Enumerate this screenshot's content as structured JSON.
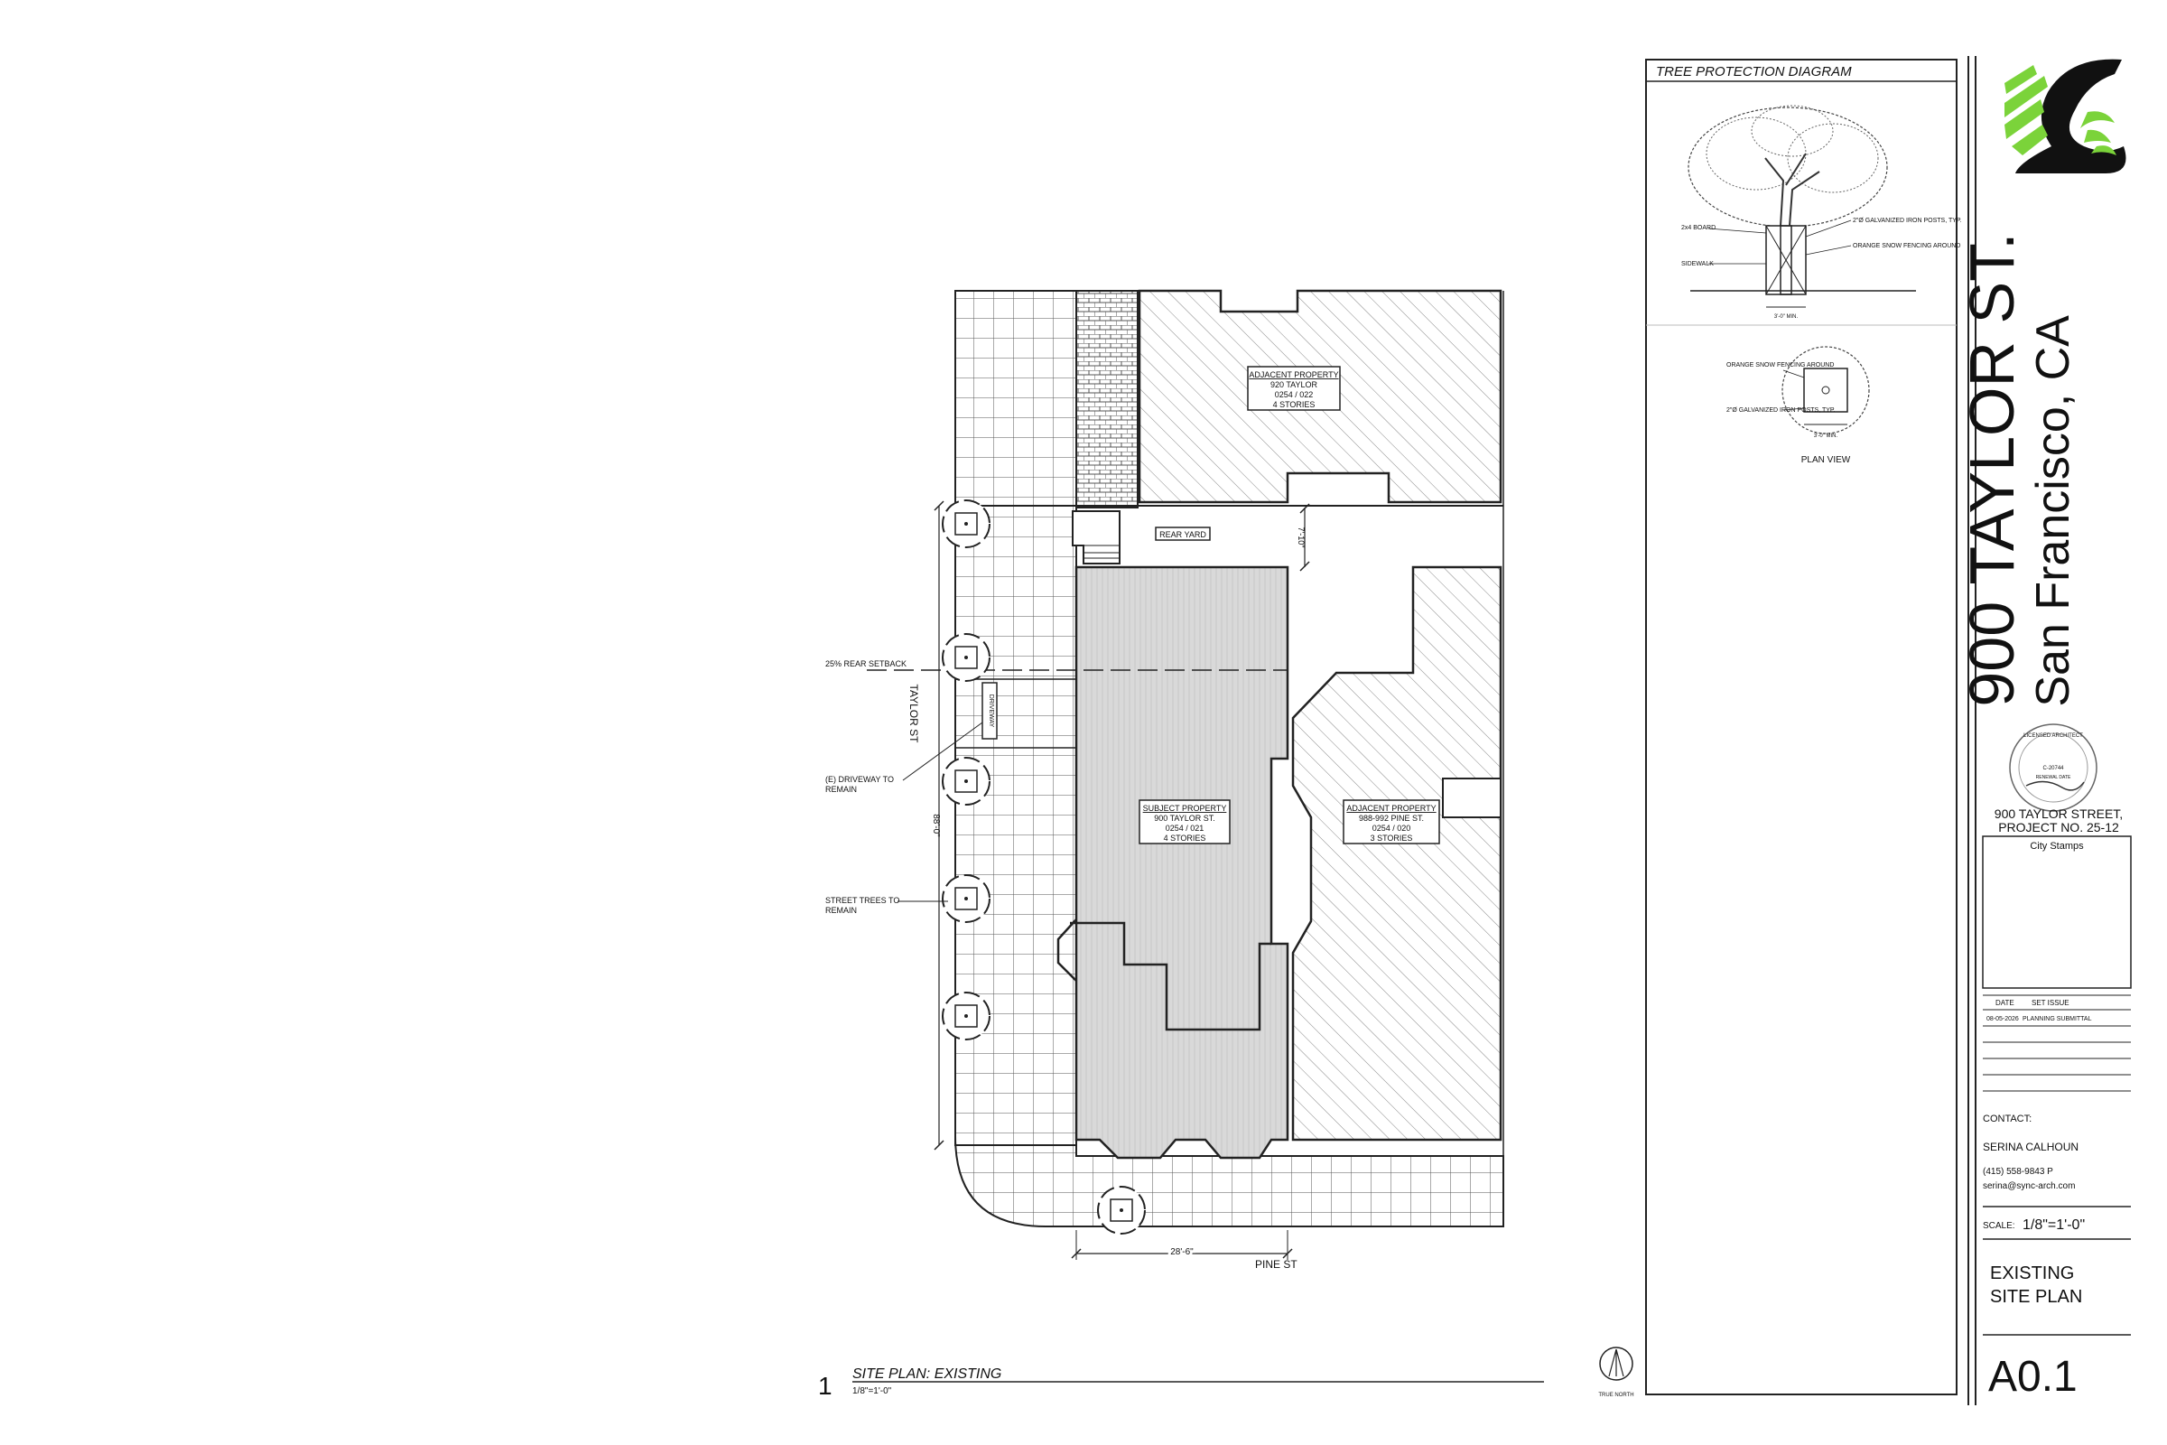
{
  "colors": {
    "line": "#222222",
    "hatch": "#555555",
    "subject_fill": "#d9d9d9",
    "logo_green": "#7bd33a",
    "logo_black": "#111111"
  },
  "tree_diagram": {
    "title": "TREE PROTECTION DIAGRAM",
    "label_board": "2x4 BOARD",
    "label_sidewalk": "SIDEWALK",
    "label_posts": "2\"Ø GALVANIZED IRON POSTS, TYP.",
    "label_fencing": "ORANGE SNOW FENCING AROUND",
    "label_min": "3'-0\" MIN.",
    "plan_label_fencing": "ORANGE SNOW FENCING AROUND",
    "plan_label_posts": "2\"Ø GALVANIZED IRON POSTS, TYP.",
    "plan_label_min": "3'-0\" MIN.",
    "plan_view": "PLAN VIEW"
  },
  "site_plan": {
    "adjacent_north": [
      "ADJACENT PROPERTY",
      "920 TAYLOR",
      "0254 / 022",
      "4 STORIES"
    ],
    "adjacent_east": [
      "ADJACENT PROPERTY",
      "988-992 PINE ST.",
      "0254 / 020",
      "3 STORIES"
    ],
    "subject": [
      "SUBJECT PROPERTY",
      "900 TAYLOR ST.",
      "0254 / 021",
      "4 STORIES"
    ],
    "rear_yard": "REAR YARD",
    "rear_setback": "25% REAR SETBACK",
    "driveway": [
      "(E) DRIVEWAY TO",
      "REMAIN"
    ],
    "street_trees": [
      "STREET TREES TO",
      "REMAIN"
    ],
    "taylor_st": "TAYLOR ST",
    "pine_st": "PINE ST",
    "dim_width": "28'-6\"",
    "dim_depth": "88'-0\"",
    "dim_rear": "7'-10\"",
    "driveway_box": "DRIVEWAY"
  },
  "drawing_title": {
    "number": "1",
    "name": "SITE PLAN: EXISTING",
    "scale": "1/8\"=1'-0\"",
    "north": "TRUE NORTH"
  },
  "title_block": {
    "project_address": "900 TAYLOR ST.",
    "project_city": "San Francisco, CA",
    "stamp_top": "LICENSED ARCHITECT",
    "stamp_number": "C-20744",
    "stamp_date": "RENEWAL DATE",
    "project_line1": "900 TAYLOR STREET,",
    "project_line2": "PROJECT NO. 25-12",
    "city_stamps": "City Stamps",
    "date_header": "DATE",
    "set_issue_header": "SET ISSUE",
    "issue_date": "08-05-2026",
    "issue_name": "PLANNING SUBMITTAL",
    "contact_label": "CONTACT:",
    "contact_name": "SERINA CALHOUN",
    "contact_phone": "(415) 558-9843  P",
    "contact_email": "serina@sync-arch.com",
    "scale_label": "SCALE:",
    "scale_value": "1/8\"=1'-0\"",
    "sheet_name_1": "EXISTING",
    "sheet_name_2": "SITE PLAN",
    "sheet_number": "A0.1"
  }
}
